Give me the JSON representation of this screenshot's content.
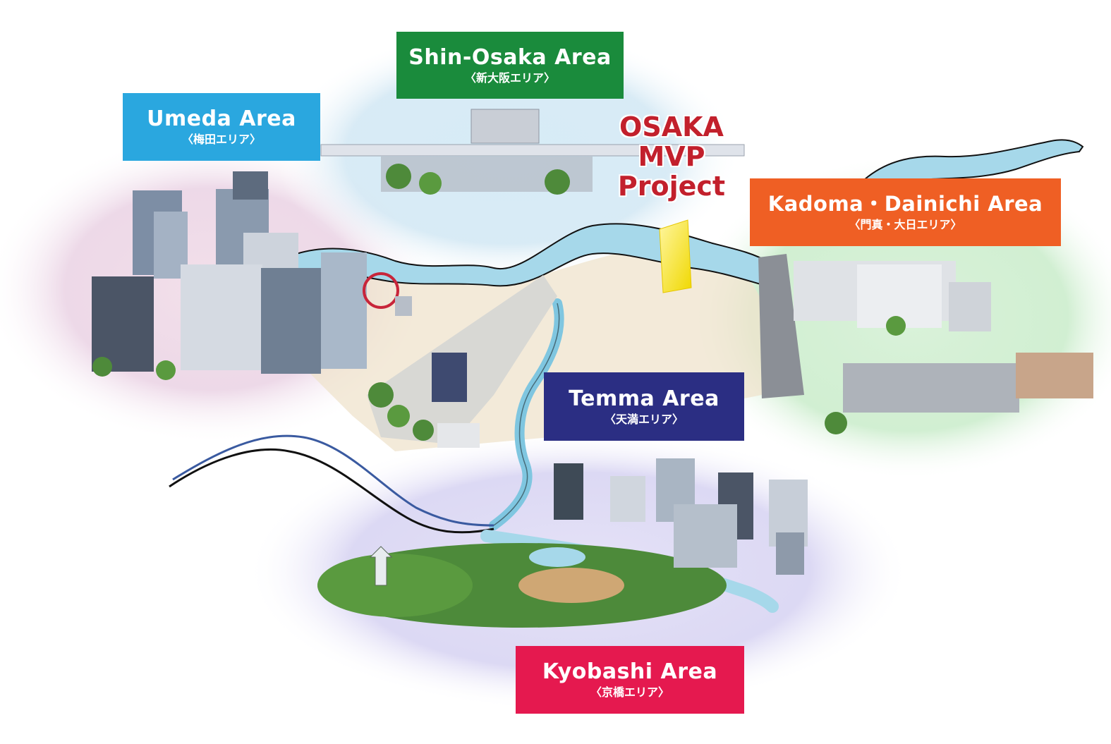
{
  "project_title": {
    "line1": "OSAKA",
    "line2": "MVP",
    "line3": "Project"
  },
  "areas": {
    "shin_osaka": {
      "name": "Shin-Osaka Area",
      "name_jp": "〈新大阪エリア〉",
      "color": "#1a8b3c"
    },
    "umeda": {
      "name": "Umeda Area",
      "name_jp": "〈梅田エリア〉",
      "color": "#2aa7df"
    },
    "kadoma": {
      "name": "Kadoma・Dainichi Area",
      "name_jp": "〈門真・大日エリア〉",
      "color": "#ef5f24"
    },
    "temma": {
      "name": "Temma Area",
      "name_jp": "〈天満エリア〉",
      "color": "#2b2e83"
    },
    "kyobashi": {
      "name": "Kyobashi Area",
      "name_jp": "〈京橋エリア〉",
      "color": "#e5194f"
    }
  },
  "colors": {
    "river": "#9fd4e8",
    "river_outline": "#111111",
    "title_red": "#c2202c",
    "marker_yellow": "#f2e300"
  }
}
